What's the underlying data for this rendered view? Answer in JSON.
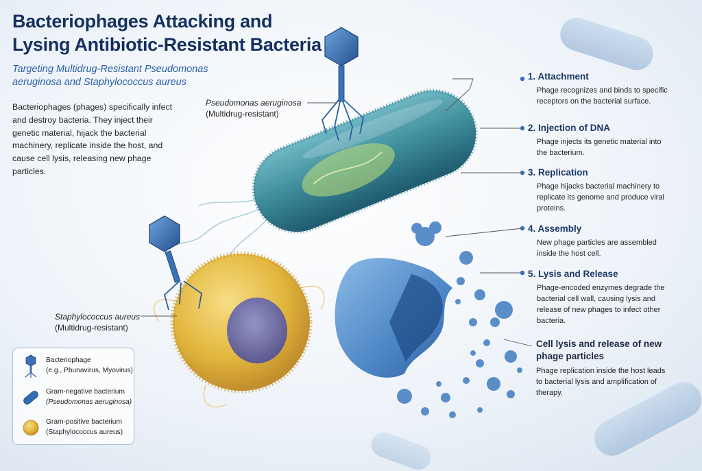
{
  "title": "Bacteriophages Attacking and Lysing Antibiotic-Resistant Bacteria",
  "subtitle": "Targeting Multidrug-Resistant Pseudomonas aeruginosa and Staphylococcus aureus",
  "intro": "Bacteriophages (phages) specifically infect and destroy bacteria. They inject their genetic material, hijack the bacterial machinery, replicate inside the host, and cause cell lysis, releasing new phage particles.",
  "labels": {
    "pseudomonas_name": "Pseudomonas aeruginosa",
    "pseudomonas_note": "(Multidrug-resistant)",
    "staph_name": "Staphylococcus aureus",
    "staph_note": "(Multidrug-resistant)"
  },
  "steps": [
    {
      "title": "1. Attachment",
      "desc": "Phage recognizes and binds to specific receptors on the bacterial surface."
    },
    {
      "title": "2. Injection of DNA",
      "desc": "Phage injects its genetic material into the bacterium."
    },
    {
      "title": "3. Replication",
      "desc": "Phage hijacks bacterial machinery to replicate its genome and produce viral proteins."
    },
    {
      "title": "4. Assembly",
      "desc": "New phage particles are assembled inside the host cell."
    },
    {
      "title": "5. Lysis and Release",
      "desc": "Phage-encoded enzymes degrade the bacterial cell wall, causing lysis and release of new phages to infect other bacteria."
    }
  ],
  "final": {
    "title": "Cell lysis and release of new phage particles",
    "desc": "Phage replication inside the host leads to bacterial lysis and amplification of therapy."
  },
  "legend": [
    {
      "line1": "Bacteriophage",
      "line2": "(e.g., Pbunavirus, Myovirus)",
      "icon": "bacteriophage-icon"
    },
    {
      "line1": "Gram-negative bacterium",
      "line2": "(Pseudomonas aeruginosa)",
      "icon": "gram-negative-bacterium-icon"
    },
    {
      "line1": "Gram-positive bacterium",
      "line2": "(Staphylococcus aureus)",
      "icon": "gram-positive-bacterium-icon"
    }
  ],
  "colors": {
    "title": "#14305e",
    "subtitle": "#2a5ea8",
    "pseudomonas_cell": "#3f8f9c",
    "staph_cell": "#e2b53c",
    "phage": "#2f6fb3",
    "lysed_cell": "#5f95d0"
  }
}
